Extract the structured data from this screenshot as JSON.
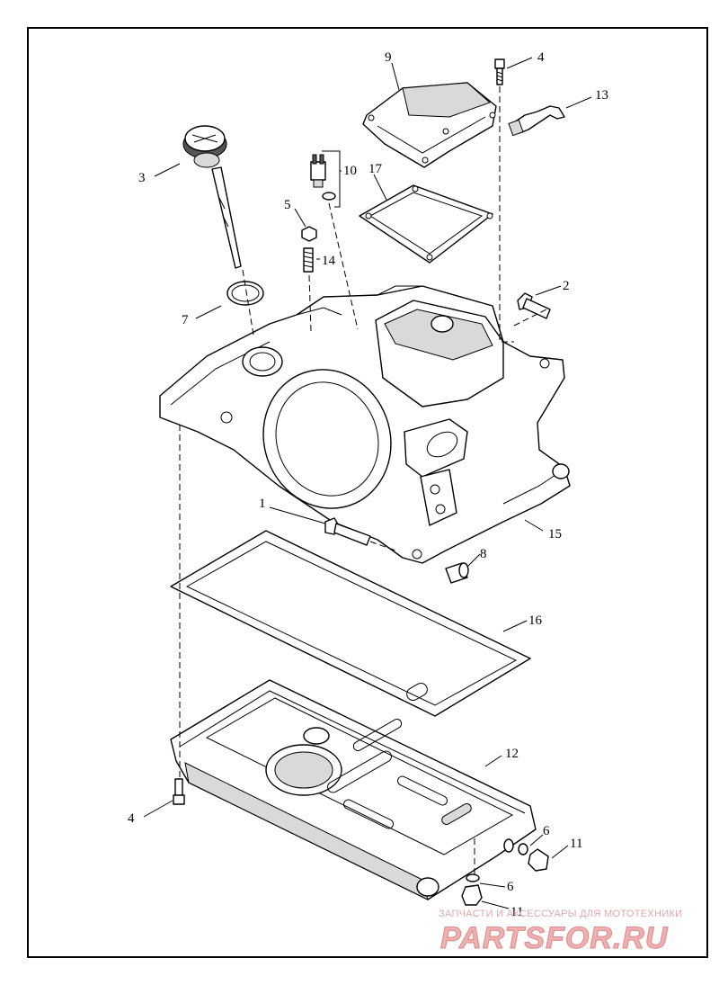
{
  "diagram": {
    "callouts": [
      {
        "id": "c1",
        "label": "1"
      },
      {
        "id": "c2",
        "label": "2"
      },
      {
        "id": "c3",
        "label": "3"
      },
      {
        "id": "c4a",
        "label": "4"
      },
      {
        "id": "c4b",
        "label": "4"
      },
      {
        "id": "c5",
        "label": "5"
      },
      {
        "id": "c6a",
        "label": "6"
      },
      {
        "id": "c6b",
        "label": "6"
      },
      {
        "id": "c7",
        "label": "7"
      },
      {
        "id": "c8",
        "label": "8"
      },
      {
        "id": "c9",
        "label": "9"
      },
      {
        "id": "c10",
        "label": "10"
      },
      {
        "id": "c11a",
        "label": "11"
      },
      {
        "id": "c11b",
        "label": "11"
      },
      {
        "id": "c12",
        "label": "12"
      },
      {
        "id": "c13",
        "label": "13"
      },
      {
        "id": "c14",
        "label": "14"
      },
      {
        "id": "c15",
        "label": "15"
      },
      {
        "id": "c16",
        "label": "16"
      },
      {
        "id": "c17",
        "label": "17"
      }
    ]
  },
  "watermark": {
    "tagline": "ЗАПЧАСТИ И АКСЕССУАРЫ ДЛЯ МОТОТЕХНИКИ",
    "logo_text": "PARTSFOR.RU"
  }
}
